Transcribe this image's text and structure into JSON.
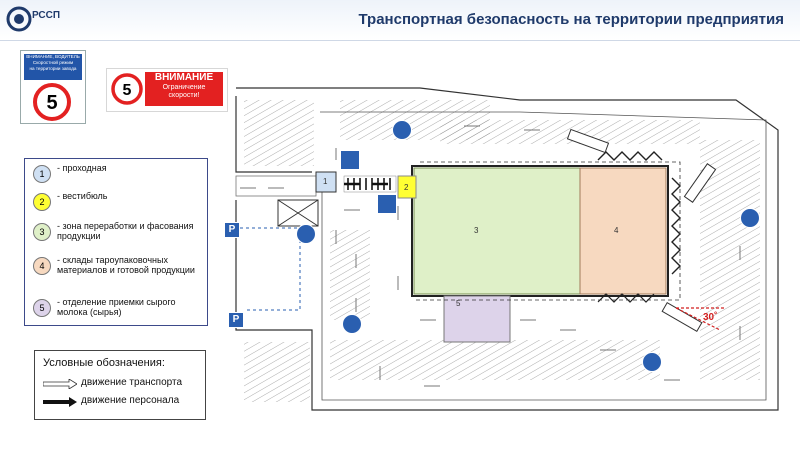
{
  "header": {
    "title": "Транспортная безопасность на территории предприятия",
    "logo_text": "РССП"
  },
  "signs": {
    "blue_sign_lines": [
      "ВНИМАНИЕ, ВОДИТЕЛЬ",
      "Скоростной режим",
      "на территории завода"
    ],
    "speed_value": "5",
    "warning_title": "ВНИМАНИЕ",
    "warning_sub1": "Ограничение",
    "warning_sub2": "скорости!"
  },
  "legend": {
    "items": [
      {
        "num": "1",
        "text": "- проходная",
        "color": "#cfe0f3"
      },
      {
        "num": "2",
        "text": "- вестибюль",
        "color": "#ffff33"
      },
      {
        "num": "3",
        "text": "- зона переработки и фасования продукции",
        "color": "#dff0c8"
      },
      {
        "num": "4",
        "text": "- склады тароупаковочных материалов и готовой продукции",
        "color": "#f7d9c0"
      },
      {
        "num": "5",
        "text": "- отделение приемки сырого молока (сырья)",
        "color": "#ddd3ea"
      }
    ]
  },
  "conventions": {
    "title": "Условные обозначения:",
    "transport": "движение транспорта",
    "personnel": "движение персонала"
  },
  "plan": {
    "labels": {
      "b1": "1",
      "b2": "2",
      "b3": "3",
      "b4": "4",
      "b5": "5"
    },
    "angle": "30˚",
    "parking": "P"
  },
  "colors": {
    "zone3": "#dff0c8",
    "zone4": "#f7d9c0",
    "zone5": "#ddd3ea",
    "zone2": "#ffff33",
    "sign_blue": "#2a5fb0",
    "sign_red": "#e32121"
  }
}
